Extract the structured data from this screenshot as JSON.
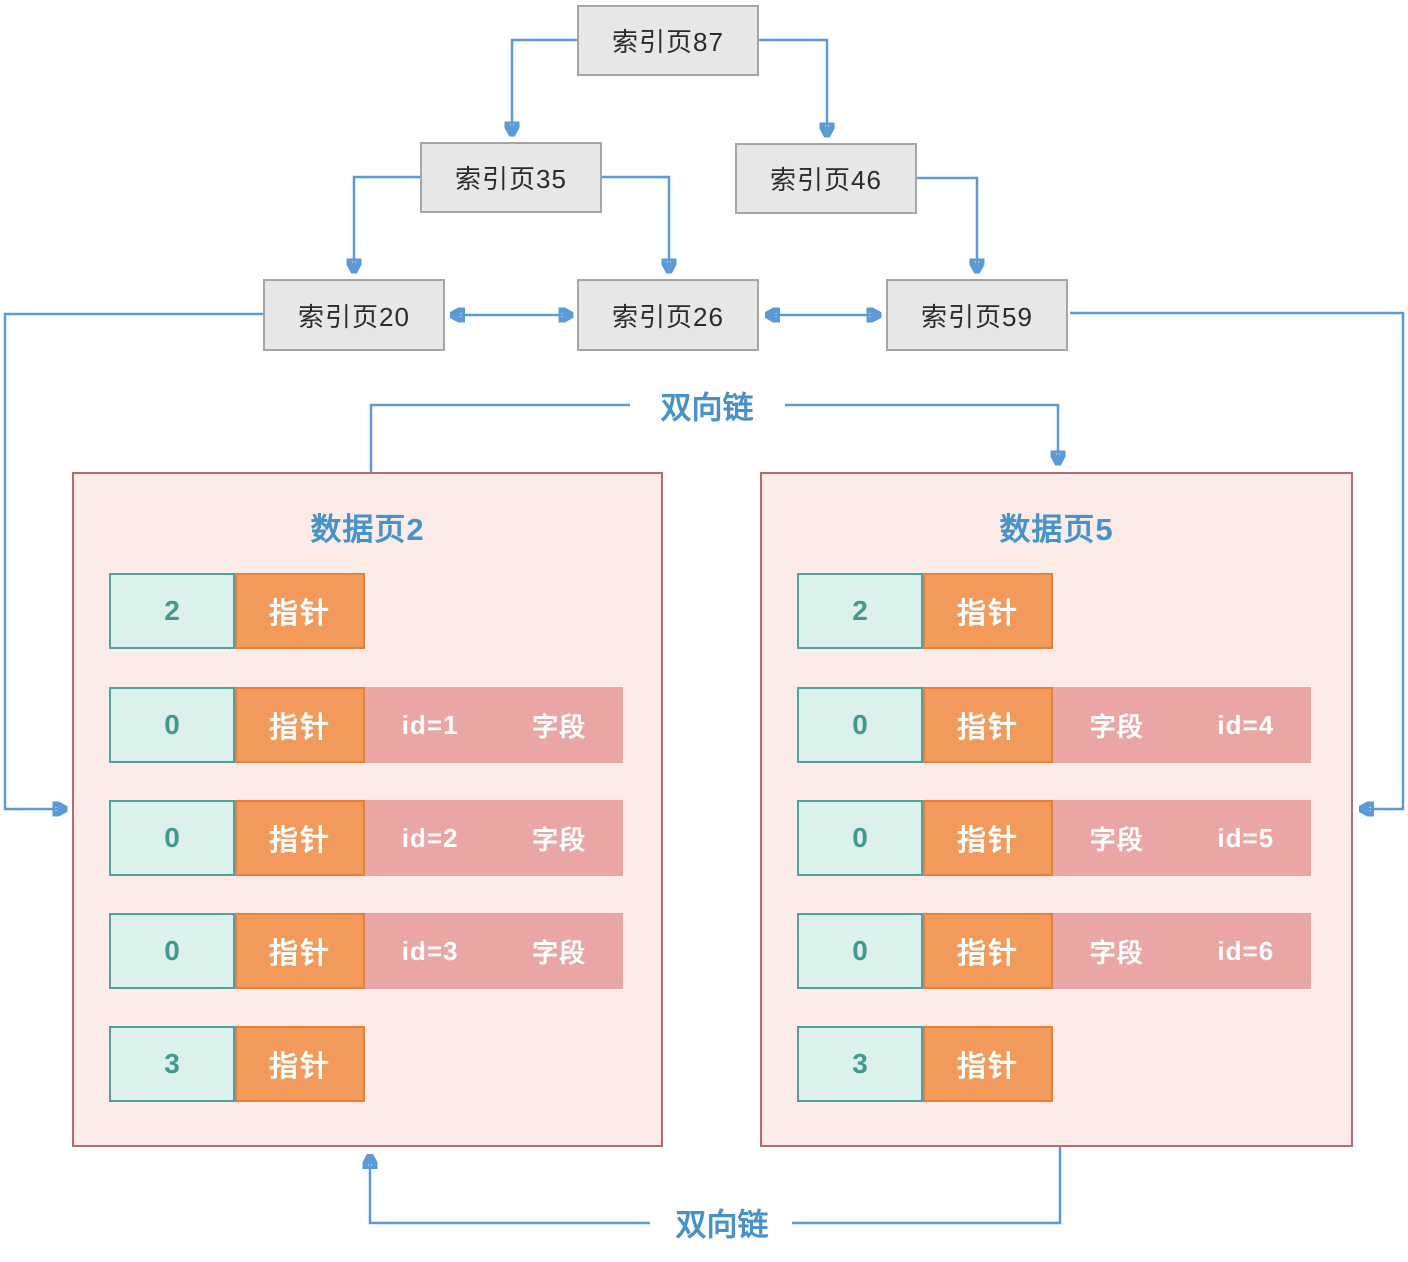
{
  "nodes": [
    {
      "label": "索引页87"
    },
    {
      "label": "索引页35"
    },
    {
      "label": "索引页46"
    },
    {
      "label": "索引页20"
    },
    {
      "label": "索引页26"
    },
    {
      "label": "索引页59"
    }
  ],
  "chains": {
    "top": "双向链",
    "bottom": "双向链"
  },
  "pages": [
    {
      "title": "数据页2",
      "rows": [
        {
          "key": "2",
          "pointer": "指针"
        },
        {
          "key": "0",
          "pointer": "指针",
          "cells": [
            "id=1",
            "字段"
          ]
        },
        {
          "key": "0",
          "pointer": "指针",
          "cells": [
            "id=2",
            "字段"
          ]
        },
        {
          "key": "0",
          "pointer": "指针",
          "cells": [
            "id=3",
            "字段"
          ]
        },
        {
          "key": "3",
          "pointer": "指针"
        }
      ]
    },
    {
      "title": "数据页5",
      "rows": [
        {
          "key": "2",
          "pointer": "指针"
        },
        {
          "key": "0",
          "pointer": "指针",
          "cells": [
            "字段",
            "id=4"
          ]
        },
        {
          "key": "0",
          "pointer": "指针",
          "cells": [
            "字段",
            "id=5"
          ]
        },
        {
          "key": "0",
          "pointer": "指针",
          "cells": [
            "字段",
            "id=6"
          ]
        },
        {
          "key": "3",
          "pointer": "指针"
        }
      ]
    }
  ],
  "colors": {
    "connector_blue": "#5B9BD5",
    "chain_label_blue": "#4793C8",
    "page_title_blue": "#4793C8",
    "index_node_fill": "#E7E7E7",
    "index_node_border": "#A6A6A6",
    "index_node_text": "#2B2B2B",
    "page_fill": "#FBECE9",
    "page_border": "#B96973",
    "key_cell_fill": "#DCF1EC",
    "key_cell_border": "#4FA29A",
    "key_cell_text": "#45988E",
    "pointer_cell_fill": "#F19A5C",
    "pointer_cell_border": "#E87F35",
    "record_cell_fill": "#E9A6A4",
    "record_cell_text": "#FFFFFF"
  }
}
